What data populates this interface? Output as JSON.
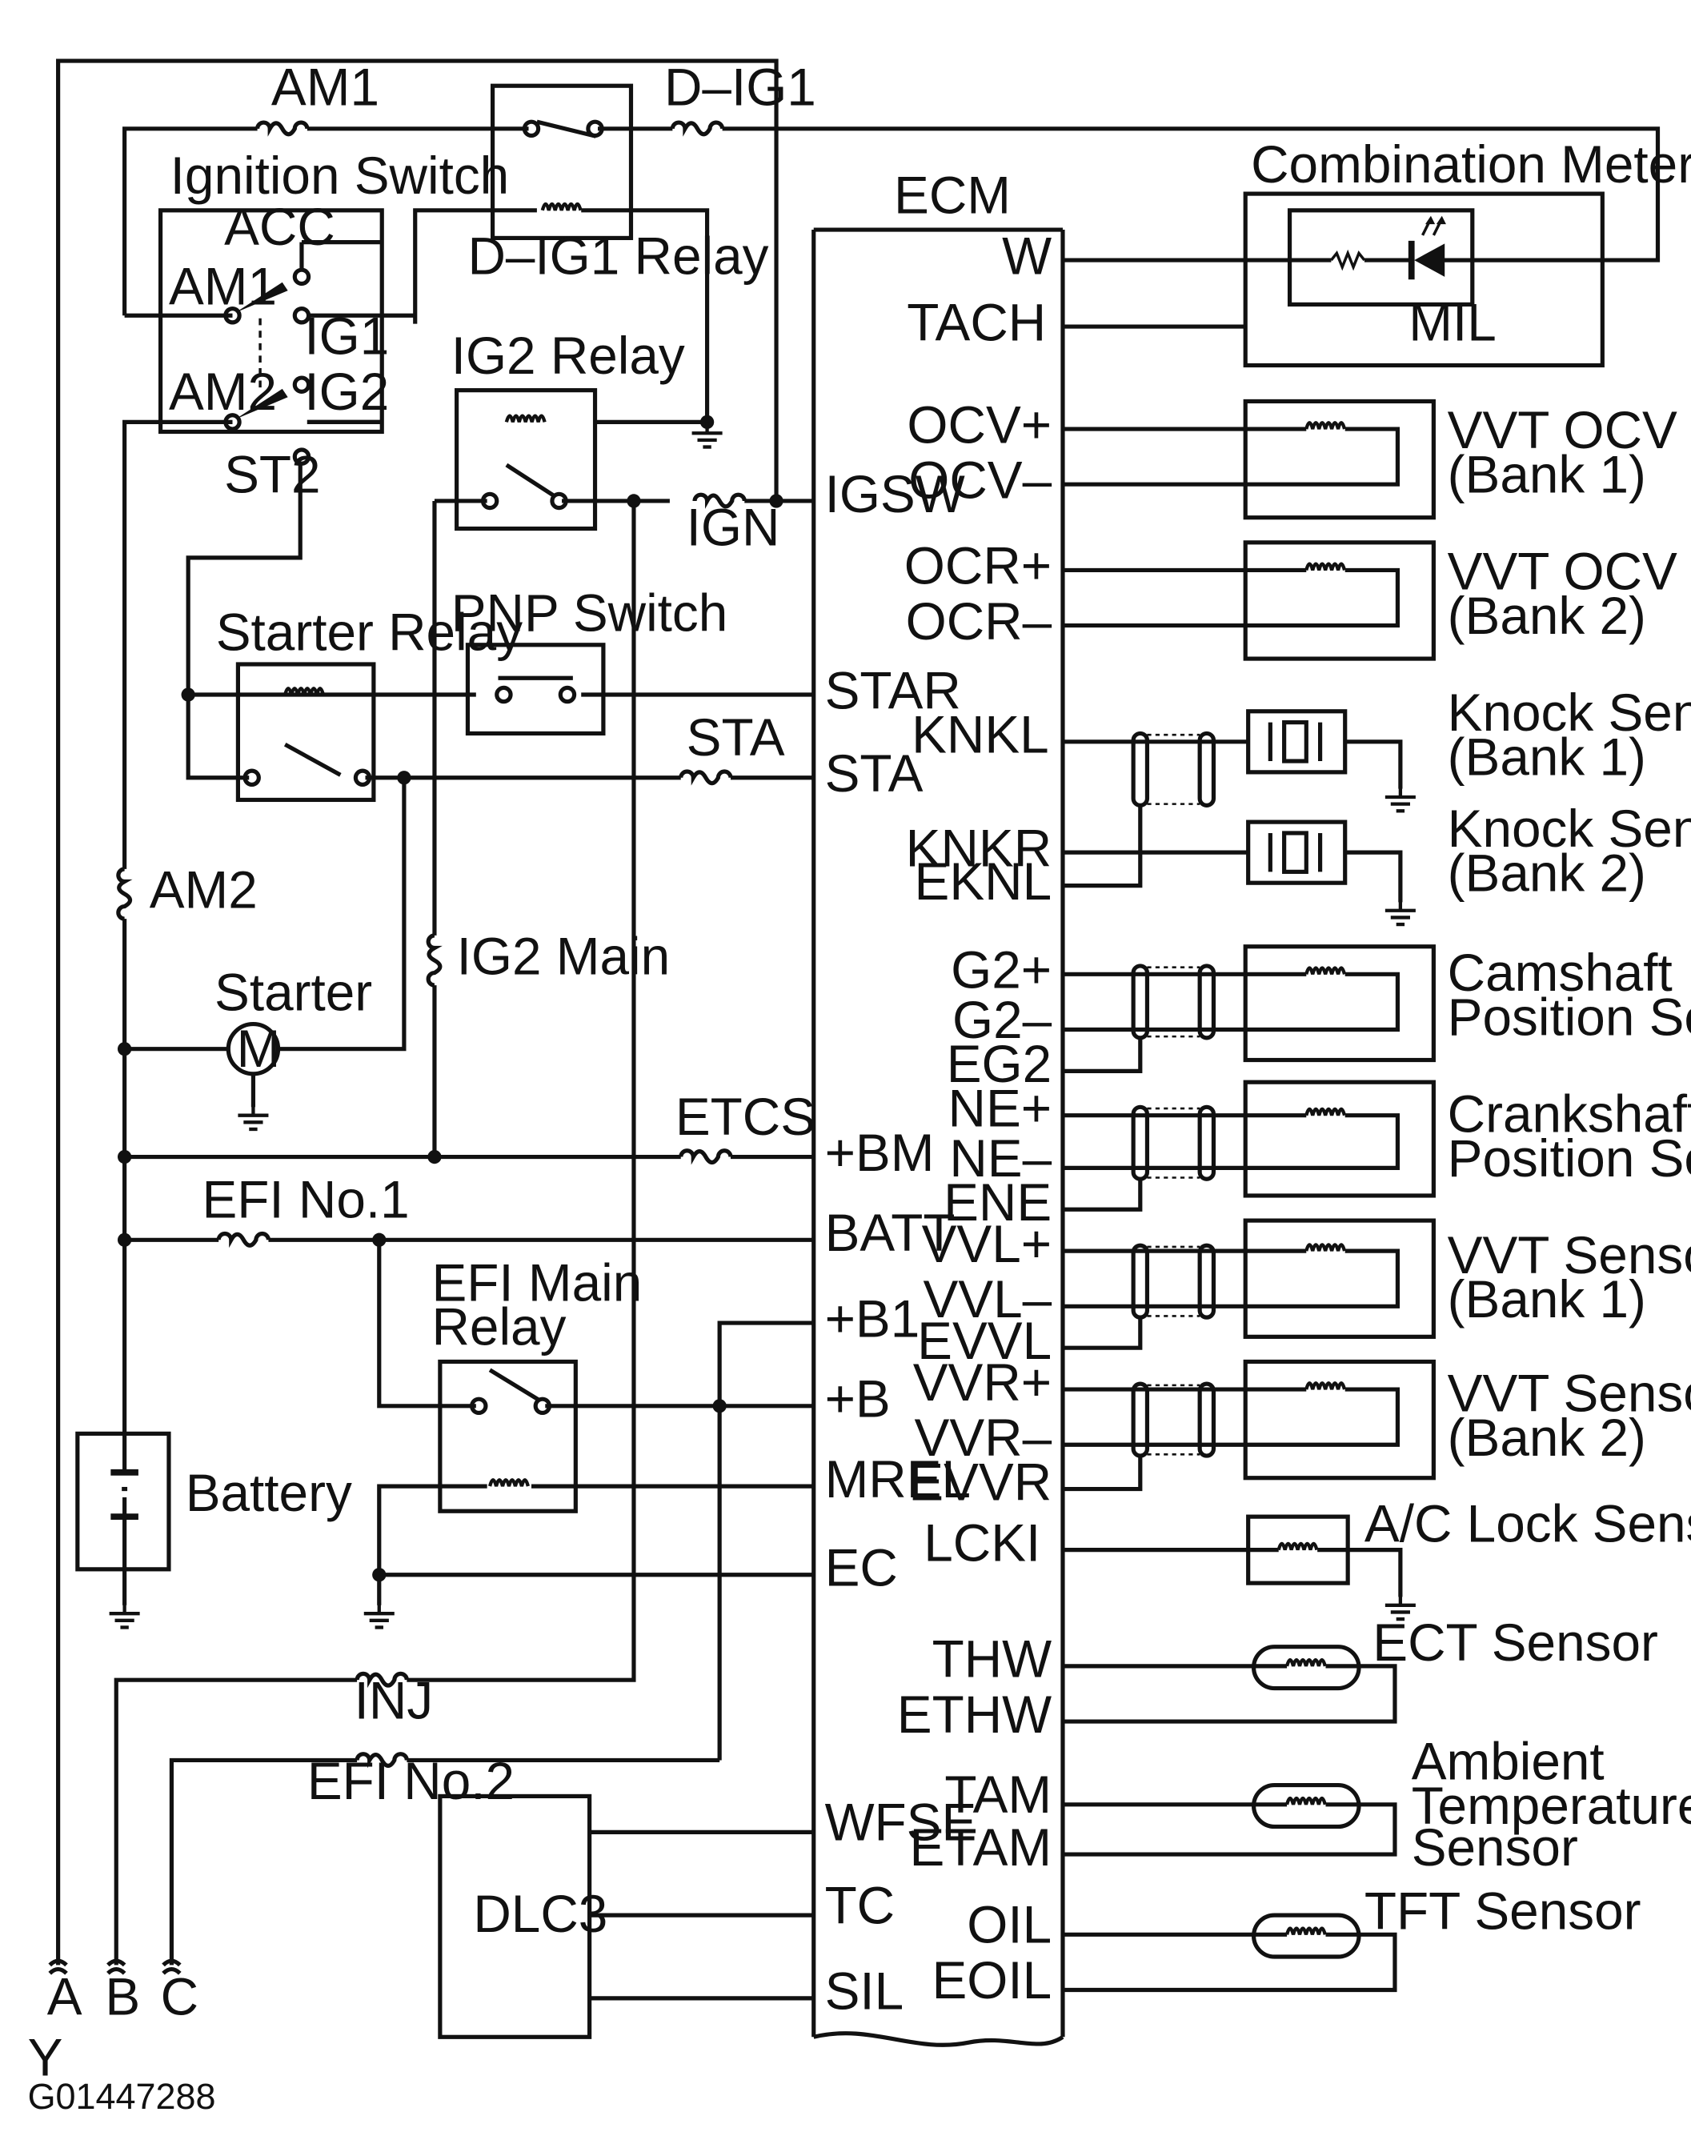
{
  "ecm": {
    "title": "ECM",
    "left_pins": {
      "igsw": "IGSW",
      "star": "STAR",
      "sta": "STA",
      "bm": "+BM",
      "batt": "BATT",
      "b1": "+B1",
      "b": "+B",
      "mrel": "MREL",
      "ec": "EC",
      "wfse": "WFSE",
      "tc": "TC",
      "sil": "SIL"
    },
    "right_pins": {
      "w": "W",
      "tach": "TACH",
      "ocv_p": "OCV+",
      "ocv_m": "OCV–",
      "ocr_p": "OCR+",
      "ocr_m": "OCR–",
      "knkl": "KNKL",
      "knkr": "KNKR",
      "eknl": "EKNL",
      "g2_p": "G2+",
      "g2_m": "G2–",
      "eg2": "EG2",
      "ne_p": "NE+",
      "ne_m": "NE–",
      "ene": "ENE",
      "vvl_p": "VVL+",
      "vvl_m": "VVL–",
      "evvl": "EVVL",
      "vvr_p": "VVR+",
      "vvr_m": "VVR–",
      "evvr": "EVVR",
      "lcki": "LCKI",
      "thw": "THW",
      "ethw": "ETHW",
      "tam": "TAM",
      "etam": "ETAM",
      "oil": "OIL",
      "eoil": "EOIL"
    }
  },
  "fuses": {
    "am1": "AM1",
    "d_ig1": "D–IG1",
    "ign": "IGN",
    "sta": "STA",
    "am2": "AM2",
    "ig2_main": "IG2 Main",
    "etcs": "ETCS",
    "efi1": "EFI No.1",
    "inj": "INJ",
    "efi2": "EFI No.2"
  },
  "components": {
    "ignition_switch": "Ignition Switch",
    "sw_acc": "ACC",
    "sw_am1": "AM1",
    "sw_ig1": "IG1",
    "sw_am2": "AM2",
    "sw_ig2": "IG2",
    "sw_st2": "ST2",
    "d_ig1_relay": "D–IG1 Relay",
    "ig2_relay": "IG2 Relay",
    "starter_relay": "Starter Relay",
    "pnp_switch": "PNP Switch",
    "starter": "Starter",
    "motor_symbol": "M",
    "efi_main_relay_1": "EFI Main",
    "efi_main_relay_2": "Relay",
    "battery": "Battery",
    "dlc3": "DLC3",
    "combination_meter": "Combination Meter",
    "mil": "MIL"
  },
  "sensors": {
    "vvt_ocv_b1": [
      "VVT OCV",
      "(Bank 1)"
    ],
    "vvt_ocv_b2": [
      "VVT OCV",
      "(Bank 2)"
    ],
    "knock_b1": [
      "Knock Sensor",
      "(Bank 1)"
    ],
    "knock_b2": [
      "Knock Sensor",
      "(Bank 2)"
    ],
    "camshaft": [
      "Camshaft",
      "Position Sensor"
    ],
    "crankshaft": [
      "Crankshaft",
      "Position Sensor"
    ],
    "vvt_sensor_b1": [
      "VVT Sensor",
      "(Bank 1)"
    ],
    "vvt_sensor_b2": [
      "VVT Sensor",
      "(Bank 2)"
    ],
    "ac_lock": "A/C Lock Sensor",
    "ect": "ECT Sensor",
    "ambient": [
      "Ambient",
      "Temperature",
      "Sensor"
    ],
    "tft": "TFT Sensor"
  },
  "connectors": {
    "a": "A",
    "b": "B",
    "c": "C"
  },
  "footer": {
    "view": "Y",
    "code": "G01447288"
  }
}
